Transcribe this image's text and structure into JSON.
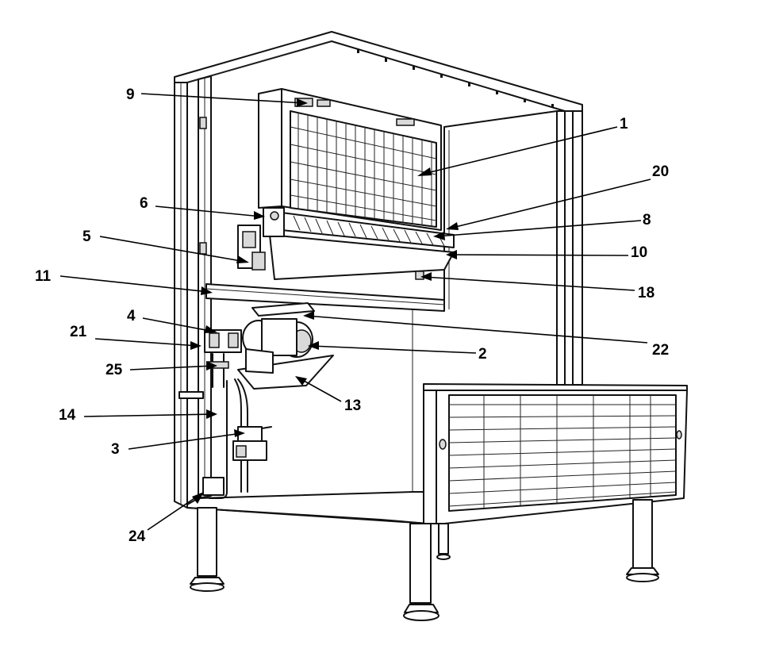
{
  "callouts": [
    {
      "id": "1",
      "label": "1"
    },
    {
      "id": "2",
      "label": "2"
    },
    {
      "id": "3",
      "label": "3"
    },
    {
      "id": "4",
      "label": "4"
    },
    {
      "id": "5",
      "label": "5"
    },
    {
      "id": "6",
      "label": "6"
    },
    {
      "id": "8",
      "label": "8"
    },
    {
      "id": "9",
      "label": "9"
    },
    {
      "id": "10",
      "label": "10"
    },
    {
      "id": "11",
      "label": "11"
    },
    {
      "id": "13",
      "label": "13"
    },
    {
      "id": "14",
      "label": "14"
    },
    {
      "id": "18",
      "label": "18"
    },
    {
      "id": "20",
      "label": "20"
    },
    {
      "id": "21",
      "label": "21"
    },
    {
      "id": "22",
      "label": "22"
    },
    {
      "id": "24",
      "label": "24"
    },
    {
      "id": "25",
      "label": "25"
    }
  ]
}
